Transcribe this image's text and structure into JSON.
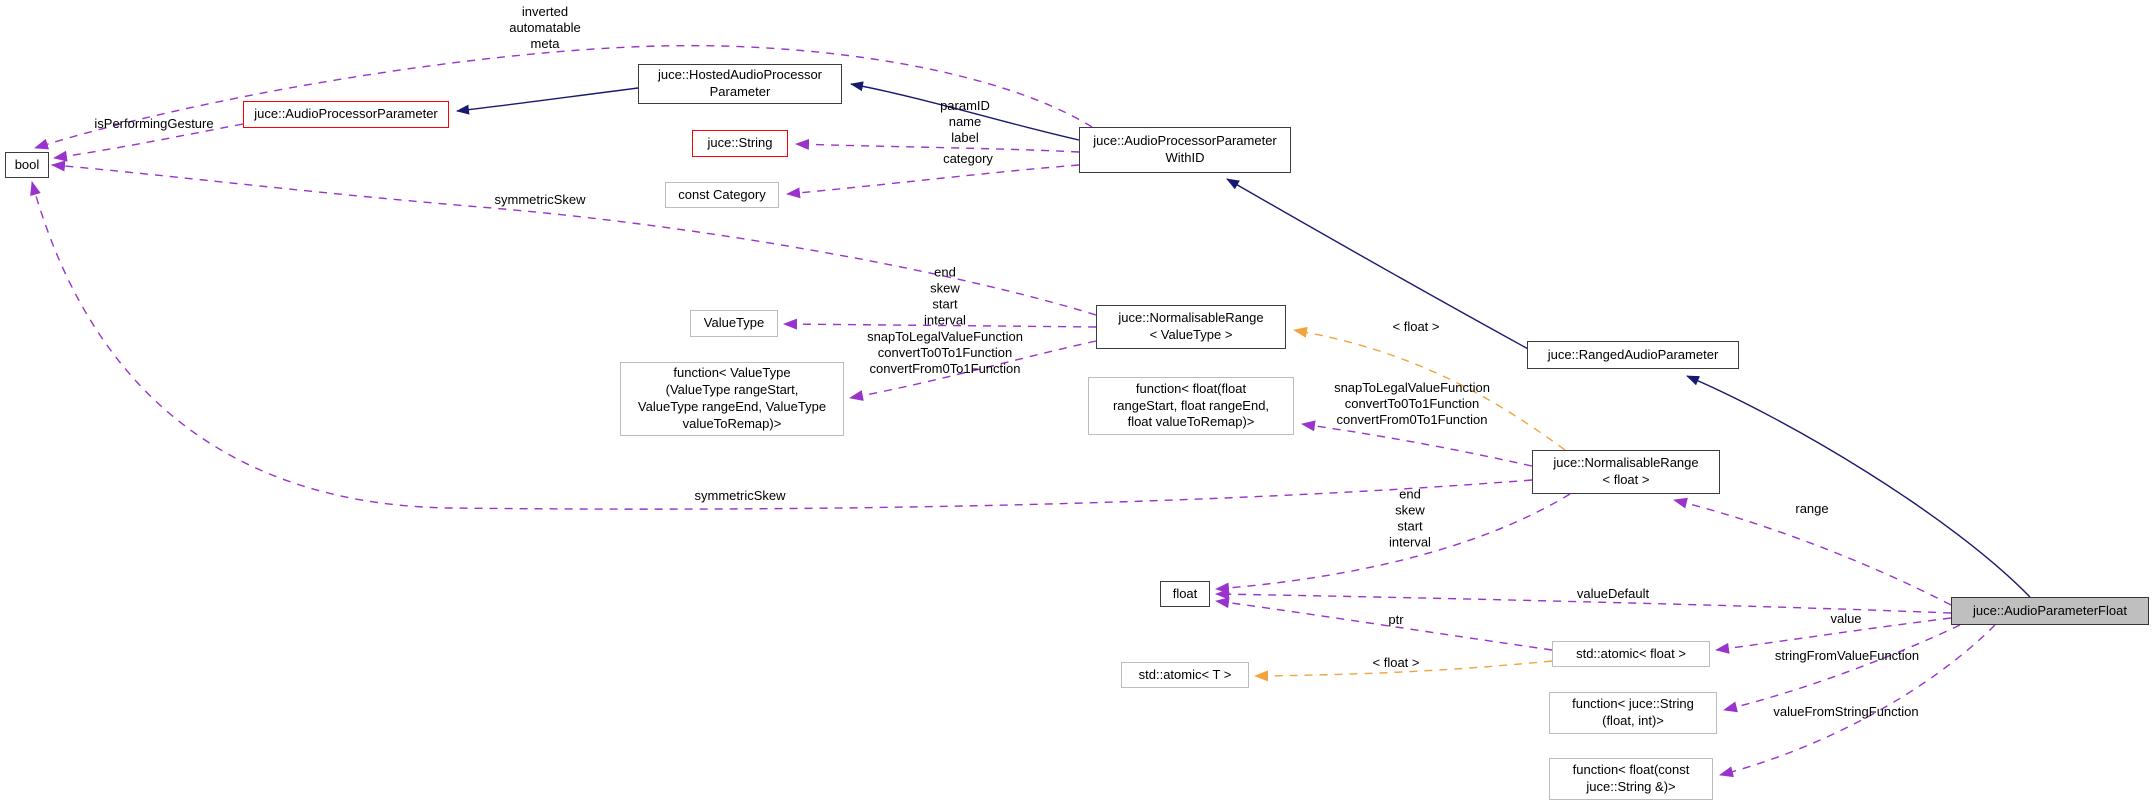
{
  "diagram": {
    "type": "collaboration-graph",
    "target_class": "juce::AudioParameterFloat",
    "colors": {
      "inheritance_line": "#191970",
      "usage_line": "#9a32cd",
      "template_line": "#f2a33c",
      "class_border": "#3c3c3c",
      "truncated_border": "#ff0000",
      "external_border": "#bcbcbc",
      "target_fill": "#bfbfbf",
      "background": "#ffffff"
    },
    "nodes": [
      {
        "id": "bool",
        "label": "bool",
        "kind": "class"
      },
      {
        "id": "audio-processor-parameter",
        "label": "juce::AudioProcessorParameter",
        "kind": "truncated"
      },
      {
        "id": "hosted-audio-processor-parameter",
        "label": "juce::HostedAudioProcessor\nParameter",
        "kind": "class"
      },
      {
        "id": "juce-string",
        "label": "juce::String",
        "kind": "truncated"
      },
      {
        "id": "const-category",
        "label": "const Category",
        "kind": "external"
      },
      {
        "id": "audio-processor-parameter-with-id",
        "label": "juce::AudioProcessorParameter\nWithID",
        "kind": "class"
      },
      {
        "id": "value-type",
        "label": "ValueType",
        "kind": "external"
      },
      {
        "id": "function-valuetype",
        "label": "function< ValueType\n(ValueType rangeStart,\nValueType rangeEnd, ValueType\nvalueToRemap)>",
        "kind": "external"
      },
      {
        "id": "normalisable-range-valuetype",
        "label": "juce::NormalisableRange\n< ValueType >",
        "kind": "class"
      },
      {
        "id": "function-float-range",
        "label": "function< float(float\nrangeStart, float rangeEnd,\nfloat valueToRemap)>",
        "kind": "external"
      },
      {
        "id": "ranged-audio-parameter",
        "label": "juce::RangedAudioParameter",
        "kind": "class"
      },
      {
        "id": "normalisable-range-float",
        "label": "juce::NormalisableRange\n< float >",
        "kind": "class"
      },
      {
        "id": "float",
        "label": "float",
        "kind": "class"
      },
      {
        "id": "std-atomic-t",
        "label": "std::atomic< T >",
        "kind": "external"
      },
      {
        "id": "std-atomic-float",
        "label": "std::atomic< float >",
        "kind": "external"
      },
      {
        "id": "function-string-float-int",
        "label": "function< juce::String\n(float, int)>",
        "kind": "external"
      },
      {
        "id": "function-float-const-string",
        "label": "function< float(const\njuce::String &)>",
        "kind": "external"
      },
      {
        "id": "audio-parameter-float",
        "label": "juce::AudioParameterFloat",
        "kind": "target"
      }
    ],
    "edge_labels": [
      {
        "id": "inverted-automatable-meta",
        "text": "inverted\nautomatable\nmeta"
      },
      {
        "id": "is-performing-gesture",
        "text": "isPerformingGesture"
      },
      {
        "id": "param-id-name-label",
        "text": "paramID\nname\nlabel"
      },
      {
        "id": "category",
        "text": "category"
      },
      {
        "id": "symmetric-skew-upper",
        "text": "symmetricSkew"
      },
      {
        "id": "end-skew-start-interval-left",
        "text": "end\nskew\nstart\ninterval"
      },
      {
        "id": "snap-convert-left",
        "text": "snapToLegalValueFunction\nconvertTo0To1Function\nconvertFrom0To1Function"
      },
      {
        "id": "template-float-upper",
        "text": "< float >"
      },
      {
        "id": "snap-convert-right",
        "text": "snapToLegalValueFunction\nconvertTo0To1Function\nconvertFrom0To1Function"
      },
      {
        "id": "symmetric-skew-lower",
        "text": "symmetricSkew"
      },
      {
        "id": "end-skew-start-interval-right",
        "text": "end\nskew\nstart\ninterval"
      },
      {
        "id": "range",
        "text": "range"
      },
      {
        "id": "value-default",
        "text": "valueDefault"
      },
      {
        "id": "value",
        "text": "value"
      },
      {
        "id": "ptr",
        "text": "ptr"
      },
      {
        "id": "template-float-lower",
        "text": "< float >"
      },
      {
        "id": "string-from-value-function",
        "text": "stringFromValueFunction"
      },
      {
        "id": "value-from-string-function",
        "text": "valueFromStringFunction"
      }
    ],
    "edges": [
      {
        "from": "juce::HostedAudioProcessorParameter",
        "to": "juce::AudioProcessorParameter",
        "relation": "inheritance",
        "label": ""
      },
      {
        "from": "juce::AudioProcessorParameterWithID",
        "to": "juce::HostedAudioProcessorParameter",
        "relation": "inheritance",
        "label": ""
      },
      {
        "from": "juce::RangedAudioParameter",
        "to": "juce::AudioProcessorParameterWithID",
        "relation": "inheritance",
        "label": ""
      },
      {
        "from": "juce::AudioParameterFloat",
        "to": "juce::RangedAudioParameter",
        "relation": "inheritance",
        "label": ""
      },
      {
        "from": "juce::AudioProcessorParameterWithID",
        "to": "bool",
        "relation": "usage",
        "label": "inverted\nautomatable\nmeta"
      },
      {
        "from": "juce::AudioProcessorParameter",
        "to": "bool",
        "relation": "usage",
        "label": "isPerformingGesture"
      },
      {
        "from": "juce::AudioProcessorParameterWithID",
        "to": "juce::String",
        "relation": "usage",
        "label": "paramID\nname\nlabel"
      },
      {
        "from": "juce::AudioProcessorParameterWithID",
        "to": "const Category",
        "relation": "usage",
        "label": "category"
      },
      {
        "from": "juce::NormalisableRange< ValueType >",
        "to": "bool",
        "relation": "usage",
        "label": "symmetricSkew"
      },
      {
        "from": "juce::NormalisableRange< ValueType >",
        "to": "ValueType",
        "relation": "usage",
        "label": "end\nskew\nstart\ninterval"
      },
      {
        "from": "juce::NormalisableRange< ValueType >",
        "to": "function< ValueType (ValueType rangeStart, ValueType rangeEnd, ValueType valueToRemap)>",
        "relation": "usage",
        "label": "snapToLegalValueFunction\nconvertTo0To1Function\nconvertFrom0To1Function"
      },
      {
        "from": "juce::NormalisableRange< float >",
        "to": "juce::NormalisableRange< ValueType >",
        "relation": "template-instance",
        "label": "< float >"
      },
      {
        "from": "juce::NormalisableRange< float >",
        "to": "function< float(float rangeStart, float rangeEnd, float valueToRemap)>",
        "relation": "usage",
        "label": "snapToLegalValueFunction\nconvertTo0To1Function\nconvertFrom0To1Function"
      },
      {
        "from": "juce::NormalisableRange< float >",
        "to": "bool",
        "relation": "usage",
        "label": "symmetricSkew"
      },
      {
        "from": "juce::NormalisableRange< float >",
        "to": "float",
        "relation": "usage",
        "label": "end\nskew\nstart\ninterval"
      },
      {
        "from": "juce::AudioParameterFloat",
        "to": "juce::NormalisableRange< float >",
        "relation": "usage",
        "label": "range"
      },
      {
        "from": "juce::AudioParameterFloat",
        "to": "float",
        "relation": "usage",
        "label": "valueDefault"
      },
      {
        "from": "juce::AudioParameterFloat",
        "to": "std::atomic< float >",
        "relation": "usage",
        "label": "value"
      },
      {
        "from": "std::atomic< float >",
        "to": "float",
        "relation": "usage",
        "label": "ptr"
      },
      {
        "from": "std::atomic< float >",
        "to": "std::atomic< T >",
        "relation": "template-instance",
        "label": "< float >"
      },
      {
        "from": "juce::AudioParameterFloat",
        "to": "function< juce::String (float, int)>",
        "relation": "usage",
        "label": "stringFromValueFunction"
      },
      {
        "from": "juce::AudioParameterFloat",
        "to": "function< float(const juce::String &)>",
        "relation": "usage",
        "label": "valueFromStringFunction"
      }
    ]
  }
}
